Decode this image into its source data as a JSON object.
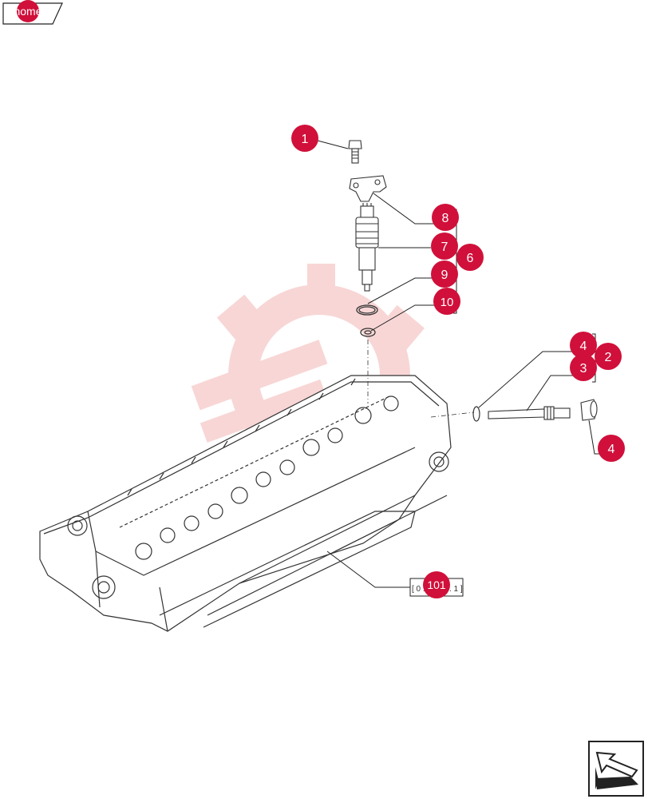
{
  "nav": {
    "home_label": "home",
    "next_page_icon": "arrow-next-page-icon"
  },
  "colors": {
    "callout_fill": "#d0103a",
    "callout_text": "#ffffff",
    "line": "#222222",
    "watermark": "#f2b8b8"
  },
  "callouts": {
    "c1": "1",
    "c2": "2",
    "c3": "3",
    "c4a": "4",
    "c4b": "4",
    "c6": "6",
    "c7": "7",
    "c8": "8",
    "c9": "9",
    "c10": "10",
    "c101": "101"
  },
  "ref_box": {
    "left_text": "[ 0 1 . 0",
    "right_text": ". 1 ]"
  }
}
